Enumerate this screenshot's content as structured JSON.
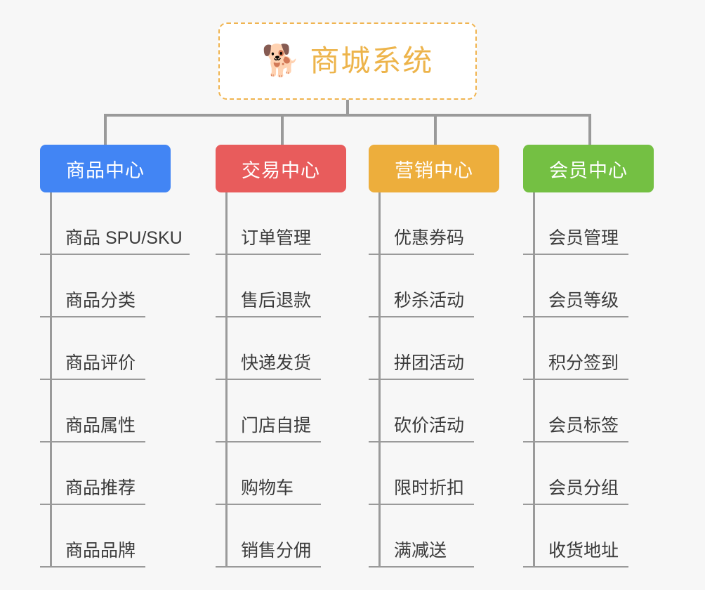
{
  "canvas": {
    "background": "#f7f7f7",
    "line_color": "#9a9a9a"
  },
  "root": {
    "icon": "🐕",
    "icon_name": "shiba-dog-icon",
    "title": "商城系统",
    "text_color": "#edb44b",
    "border_color": "#f0b450",
    "background": "#ffffff",
    "border_style": "dashed"
  },
  "branches": [
    {
      "label": "商品中心",
      "color": "#4285f4",
      "items": [
        "商品 SPU/SKU",
        "商品分类",
        "商品评价",
        "商品属性",
        "商品推荐",
        "商品品牌"
      ]
    },
    {
      "label": "交易中心",
      "color": "#e85c5c",
      "items": [
        "订单管理",
        "售后退款",
        "快递发货",
        "门店自提",
        "购物车",
        "销售分佣"
      ]
    },
    {
      "label": "营销中心",
      "color": "#edae3c",
      "items": [
        "优惠券码",
        "秒杀活动",
        "拼团活动",
        "砍价活动",
        "限时折扣",
        "满减送"
      ]
    },
    {
      "label": "会员中心",
      "color": "#74c043",
      "items": [
        "会员管理",
        "会员等级",
        "积分签到",
        "会员标签",
        "会员分组",
        "收货地址"
      ]
    }
  ]
}
